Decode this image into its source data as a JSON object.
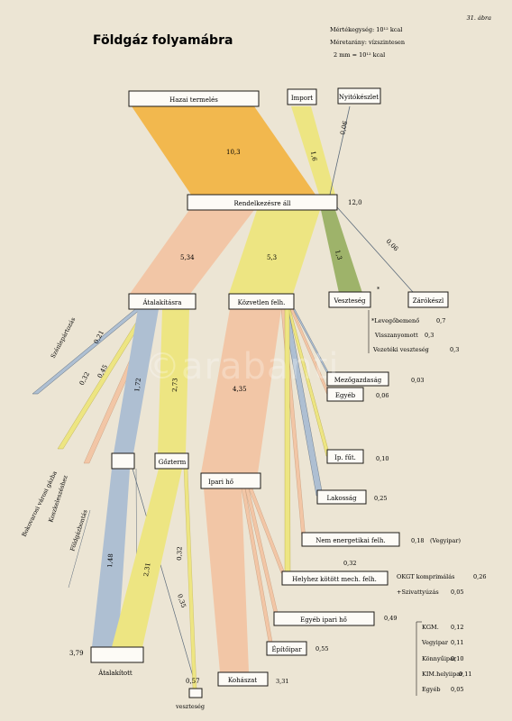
{
  "header": {
    "figure_number": "31. ábra",
    "title": "Földgáz folyamábra",
    "scale_line1": "Mértékegység: 10¹² kcal",
    "scale_line2": "Méretarány: vízszintesen",
    "scale_line3": "2 mm = 10¹² kcal"
  },
  "watermark": "©arabanti",
  "nodes": {
    "hazai": "Hazai termelés",
    "import": "Import",
    "nyito": "Nyitókészlet",
    "rendelkezesre": "Rendelkezésre áll",
    "atalakitasra": "Átalakításra",
    "kozvetlen": "Közvetlen felh.",
    "veszteseg_top": "Veszteség",
    "zarokeszlet": "Zárókészl",
    "gozterm": "Gőzterm",
    "ipari_ho": "Ipari hő",
    "atalakitott": "Átalakított",
    "veszteseg_bottom": "veszteség",
    "mezogazdasag": "Mezőgazdaság",
    "egyeb": "Egyéb",
    "ip_fut": "Ip. fűt.",
    "lakossag": "Lakosság",
    "nem_energetikai": "Nem energetikai felh.",
    "helyhez": "Helyhez kötött mech. felh.",
    "egyeb_ipari": "Egyéb ipari hő",
    "epitoipar": "Építőipar",
    "kohaszat": "Kohászat"
  },
  "flows": {
    "hazai_termeles": "10,3",
    "import": "1,6",
    "nyitokeszlet": "0,06",
    "rendelkezesre": "12,0",
    "atalakitasra": "5,34",
    "kozvetlen": "5,3",
    "veszteseg": "1,3",
    "zarokeszlet": "0,06",
    "szenlepartozas": "0,21",
    "bokovarosi": "0,32",
    "koszkeleszeshez": "0,45",
    "atalakitas_blue": "1,72",
    "gozterm": "2,73",
    "ipari_ho": "4,35",
    "atalakitott_blue": "1,48",
    "gozterm_yellow": "2,31",
    "gozterm_loss": "0,32",
    "veszteseg_small": "0,35",
    "atalakitott_total": "3,79",
    "veszteseg_total": "0,57"
  },
  "side_labels": {
    "szenlepartozas": "Szénlepártozás",
    "bokovarosi": "Bokovarosi városi gázba",
    "koszkeleszeshez": "Koszkeleszéshez",
    "foldgazbontas": "Földgázbontás"
  },
  "loss_notes": {
    "levegobemeno": "*Levegőbemenő",
    "levegobemeno_val": "0,7",
    "visszanyomott": "Visszanyomott",
    "visszanyomott_val": "0,3",
    "vezeteki": "Vezetéki veszteség",
    "vezeteki_val": "0,3"
  },
  "consumer_values": {
    "mezogazdasag": "0,03",
    "egyeb": "0,06",
    "ip_fut": "0,10",
    "lakossag": "0,25",
    "nem_energetikai": "0,18",
    "nem_energetikai_note": "(Vegyipar)",
    "helyhez_top": "0,32",
    "okgt": "OKGT komprimálás",
    "okgt_val": "0,26",
    "szivattyuzas": "+Szivattyúzás",
    "szivattyuzas_val": "0,05",
    "egyeb_ipari": "0,49",
    "epitoipar": "0,55",
    "kohaszat": "3,31"
  },
  "industry_breakdown": [
    {
      "label": "KGM.",
      "value": "0,12"
    },
    {
      "label": "Vegyipar",
      "value": "0,11"
    },
    {
      "label": "Könnyűipar",
      "value": "0,10"
    },
    {
      "label": "KIM.helyiipar",
      "value": "0,11"
    },
    {
      "label": "Egyéb",
      "value": "0,05"
    }
  ],
  "colors": {
    "paper": "#ece5d4",
    "orange": "#f2b84e",
    "yellow": "#ede582",
    "salmon": "#f2c6a6",
    "green": "#9eb36a",
    "blue": "#aebfd2",
    "line": "#5b6a7a"
  }
}
